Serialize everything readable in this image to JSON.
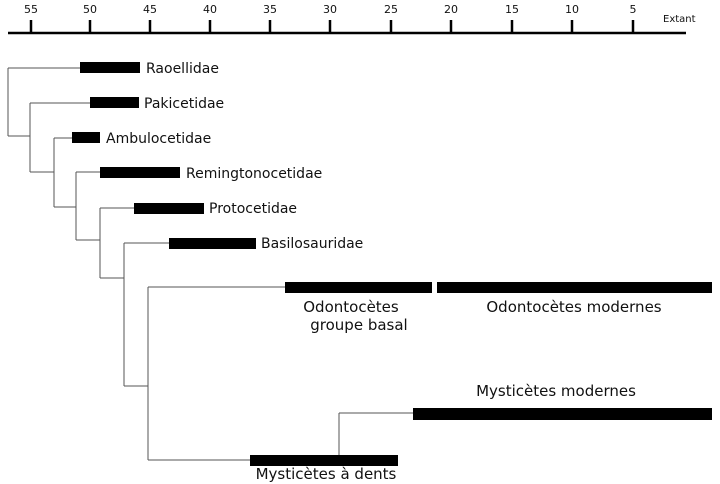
{
  "timescale": {
    "ticks": [
      "55",
      "50",
      "45",
      "40",
      "35",
      "30",
      "25",
      "20",
      "15",
      "10",
      "5"
    ],
    "extant_label": "Extant"
  },
  "taxa": {
    "raoellidae": "Raoellidae",
    "pakicetidae": "Pakicetidae",
    "ambulocetidae": "Ambulocetidae",
    "remingtonocetidae": "Remingtonocetidae",
    "protocetidae": "Protocetidae",
    "basilosauridae": "Basilosauridae",
    "odonto_basal_line1": "Odontocètes",
    "odonto_basal_line2": "groupe basal",
    "odonto_modern": "Odontocètes modernes",
    "mysti_modern": "Mysticètes modernes",
    "mysti_dents": "Mysticètes à dents"
  },
  "colors": {
    "line": "#555555",
    "bar": "#000000",
    "background": "#ffffff"
  }
}
